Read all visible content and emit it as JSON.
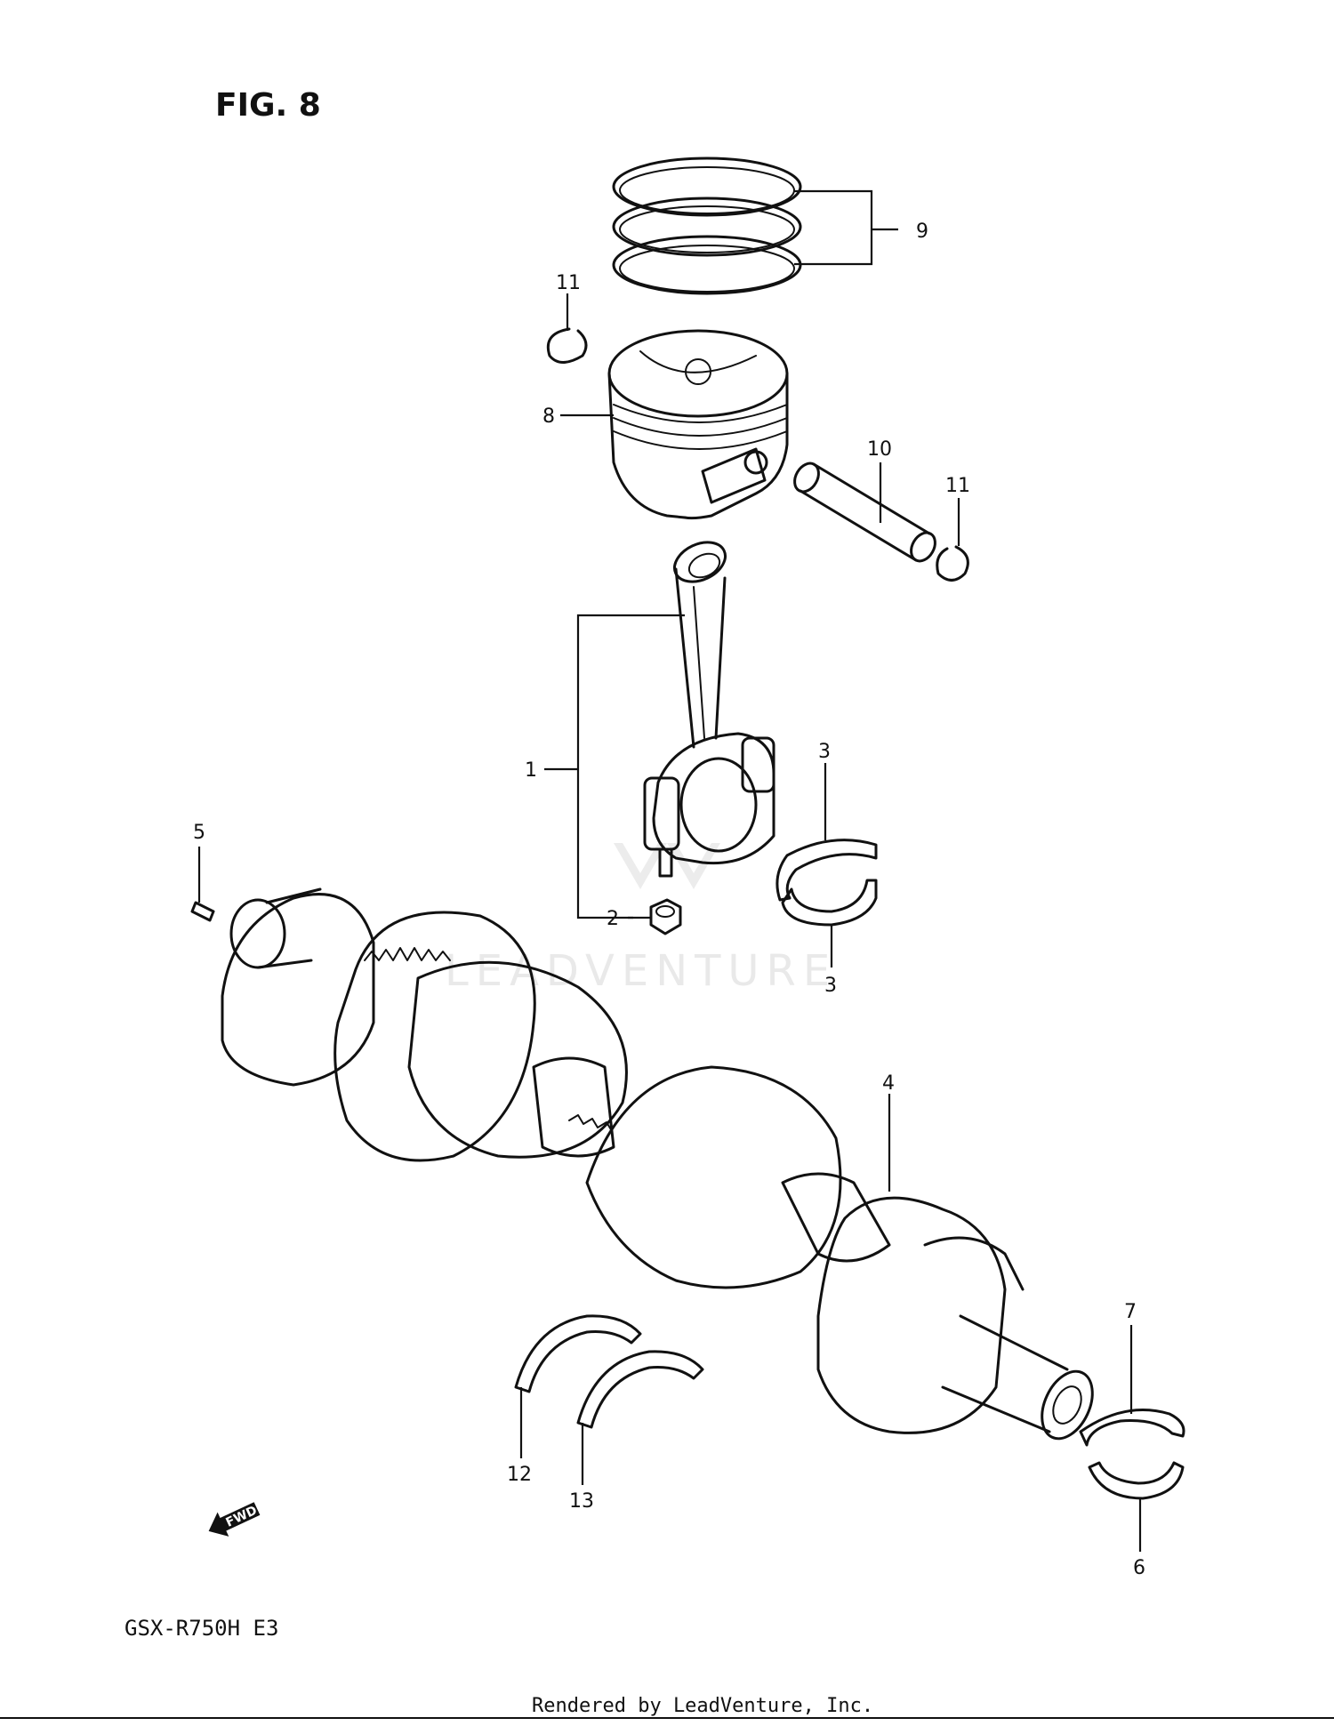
{
  "figure": {
    "title": "FIG. 8",
    "model": "GSX-R750H  E3"
  },
  "footer": {
    "rendered_by": "Rendered by LeadVenture, Inc."
  },
  "watermark": {
    "text": "LEADVENTURE"
  },
  "direction_marker": {
    "label": "FWD",
    "icon": "arrow-left-icon"
  },
  "callouts": [
    {
      "id": "c1",
      "label": "1"
    },
    {
      "id": "c2",
      "label": "2"
    },
    {
      "id": "c3a",
      "label": "3"
    },
    {
      "id": "c3b",
      "label": "3"
    },
    {
      "id": "c4",
      "label": "4"
    },
    {
      "id": "c5",
      "label": "5"
    },
    {
      "id": "c6",
      "label": "6"
    },
    {
      "id": "c7",
      "label": "7"
    },
    {
      "id": "c8",
      "label": "8"
    },
    {
      "id": "c9",
      "label": "9"
    },
    {
      "id": "c10",
      "label": "10"
    },
    {
      "id": "c11a",
      "label": "11"
    },
    {
      "id": "c11b",
      "label": "11"
    },
    {
      "id": "c12",
      "label": "12"
    },
    {
      "id": "c13",
      "label": "13"
    }
  ]
}
